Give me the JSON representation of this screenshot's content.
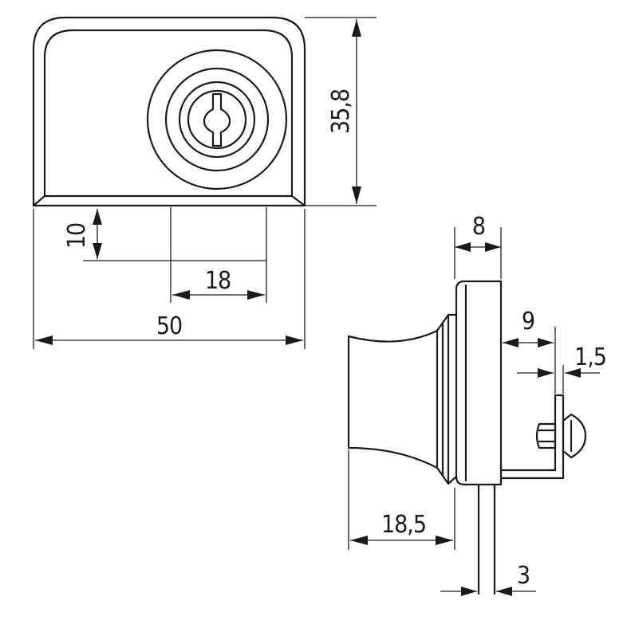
{
  "dimensions": {
    "height": "35,8",
    "width": "50",
    "cutout_depth": "10",
    "cutout_width": "18",
    "body_depth": "8",
    "gap": "9",
    "thickness": "1,5",
    "knob_length": "18,5",
    "glass_thickness": "3"
  }
}
